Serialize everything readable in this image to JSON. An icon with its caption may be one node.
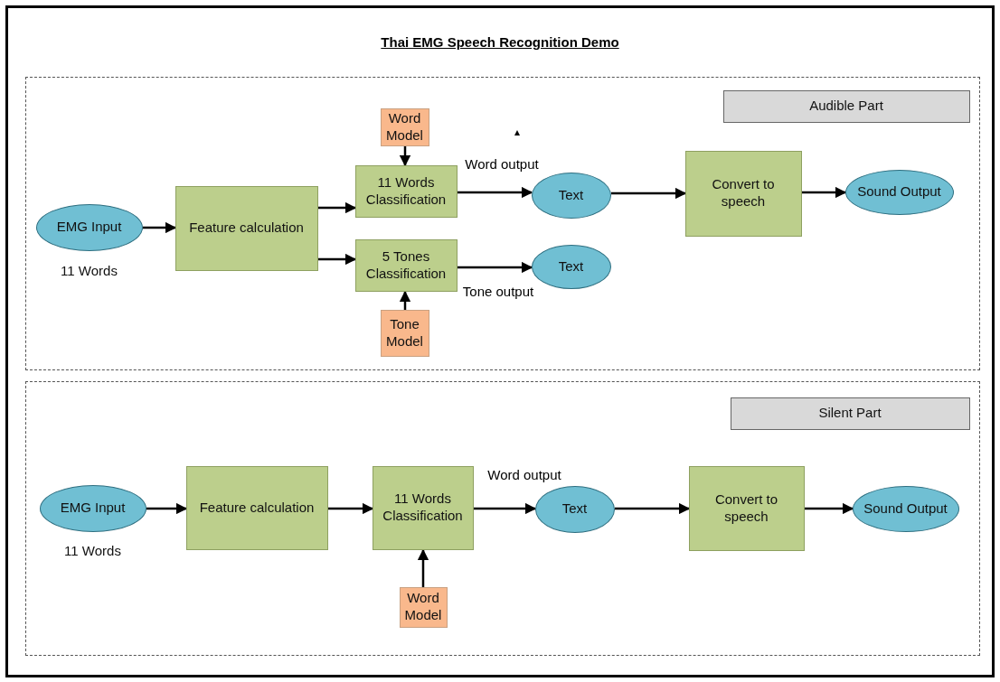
{
  "diagram": {
    "title": "Thai EMG Speech Recognition Demo",
    "nodes": [
      {
        "text": [],
        "shape": "box"
      },
      {
        "text": [
          "Audible Part"
        ],
        "in": 0
      },
      {
        "text": [
          "Word Model"
        ],
        "in": 0
      },
      {
        "text": [
          "EMG Input"
        ],
        "in": 0,
        "beside": [
          "11 Words"
        ]
      },
      {
        "text": [
          "Feature calculation"
        ],
        "in": 0
      },
      {
        "text": [
          "11 Words Classification"
        ],
        "in": 0
      },
      {
        "text": [
          "Text"
        ],
        "in": 0
      },
      {
        "text": [
          "Convert to speech"
        ],
        "in": 0
      },
      {
        "text": [
          "Sound Output"
        ],
        "in": 0
      },
      {
        "text": [
          "5 Tones Classification"
        ],
        "in": 0
      },
      {
        "text": [
          "Text"
        ],
        "in": 0
      },
      {
        "text": [
          "Tone Model"
        ],
        "in": 0
      },
      {
        "text": [],
        "shape": "box"
      },
      {
        "text": [
          "Silent Part"
        ],
        "in": 12
      },
      {
        "text": [
          "EMG Input"
        ],
        "in": 12,
        "beside": [
          "11 Words"
        ]
      },
      {
        "text": [
          "Feature calculation"
        ],
        "in": 12
      },
      {
        "text": [
          "11 Words Classification"
        ],
        "in": 12
      },
      {
        "text": [
          "Text"
        ],
        "in": 12
      },
      {
        "text": [
          "Convert to speech"
        ],
        "in": 12
      },
      {
        "text": [
          "Sound Output"
        ],
        "in": 12
      },
      {
        "text": [
          "Word Model"
        ],
        "in": 12
      }
    ],
    "edges": [
      {
        "from": 3,
        "to": 4,
        "arrow": "to"
      },
      {
        "from": 4,
        "to": 5,
        "arrow": "to"
      },
      {
        "from": 4,
        "to": 9,
        "arrow": "to"
      },
      {
        "from": 2,
        "to": 5,
        "arrow": "to"
      },
      {
        "from": 5,
        "to": 6,
        "arrow": "to",
        "label": "Word output"
      },
      {
        "from": 6,
        "to": 7,
        "arrow": "to"
      },
      {
        "from": 7,
        "to": 8,
        "arrow": "to"
      },
      {
        "from": 11,
        "to": 9,
        "arrow": "to"
      },
      {
        "from": 9,
        "to": 10,
        "arrow": "to",
        "label": "Tone output"
      },
      {
        "from": 14,
        "to": 15,
        "arrow": "to"
      },
      {
        "from": 15,
        "to": 16,
        "arrow": "to"
      },
      {
        "from": 16,
        "to": 17,
        "arrow": "to",
        "label": "Word output"
      },
      {
        "from": 17,
        "to": 18,
        "arrow": "to"
      },
      {
        "from": 18,
        "to": 19,
        "arrow": "to"
      },
      {
        "from": 20,
        "to": 16,
        "arrow": "to"
      }
    ]
  }
}
